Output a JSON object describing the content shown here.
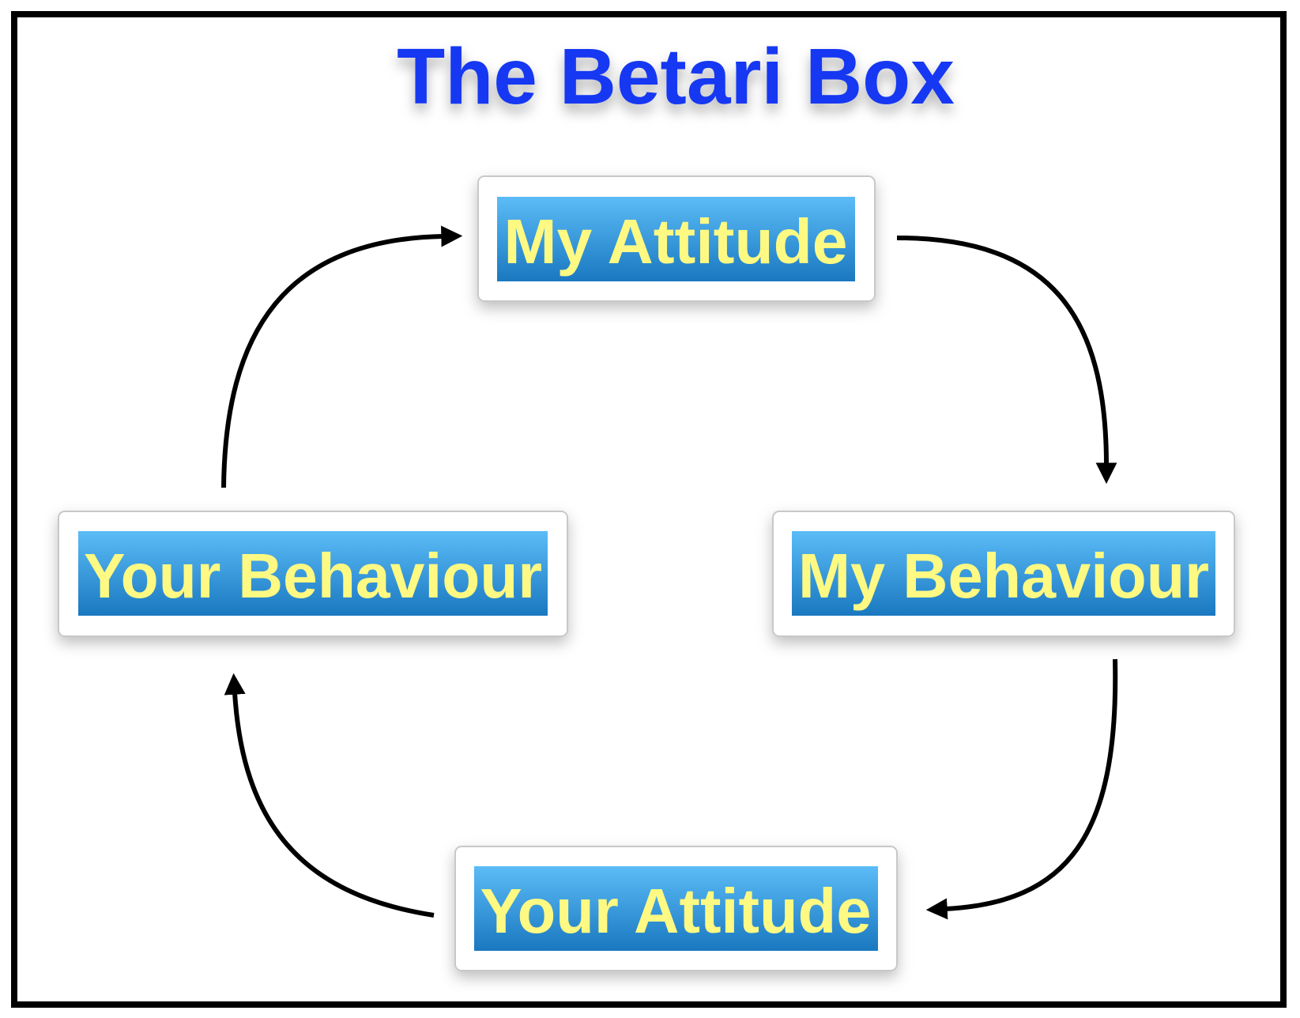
{
  "title": "The Betari Box",
  "nodes": {
    "my_attitude": "My Attitude",
    "my_behaviour": "My Behaviour",
    "your_attitude": "Your Attitude",
    "your_behaviour": "Your Behaviour"
  },
  "edges": [
    {
      "from": "My Attitude",
      "to": "My Behaviour"
    },
    {
      "from": "My Behaviour",
      "to": "Your Attitude"
    },
    {
      "from": "Your Attitude",
      "to": "Your Behaviour"
    },
    {
      "from": "Your Behaviour",
      "to": "My Attitude"
    }
  ],
  "colors": {
    "title": "#1637f2",
    "label_text": "#fdf982",
    "label_bg_top": "#5bbcf7",
    "label_bg_bottom": "#1a78c0"
  }
}
